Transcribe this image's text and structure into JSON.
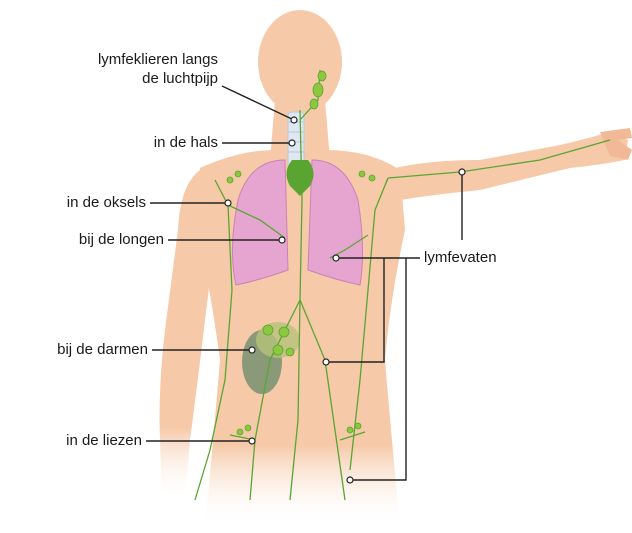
{
  "labels": {
    "trachea_line1": "lymfeklieren langs",
    "trachea_line2": "de luchtpijp",
    "neck": "in de hals",
    "armpits": "in de oksels",
    "lungs": "bij de longen",
    "intestines": "bij de darmen",
    "groin": "in de liezen",
    "vessels": "lymfevaten"
  },
  "colors": {
    "skin": "#f6c9a8",
    "skin_shadow": "#f1b996",
    "lungs": "#e6a5d0",
    "lungs_edge": "#c982b4",
    "lymph_green": "#5aa532",
    "node_green": "#8dc63f",
    "intestine_gray": "#8a9a78",
    "leader_line": "#222222"
  },
  "icons": {
    "figure": "human-torso-lymphatic-system-illustration"
  }
}
